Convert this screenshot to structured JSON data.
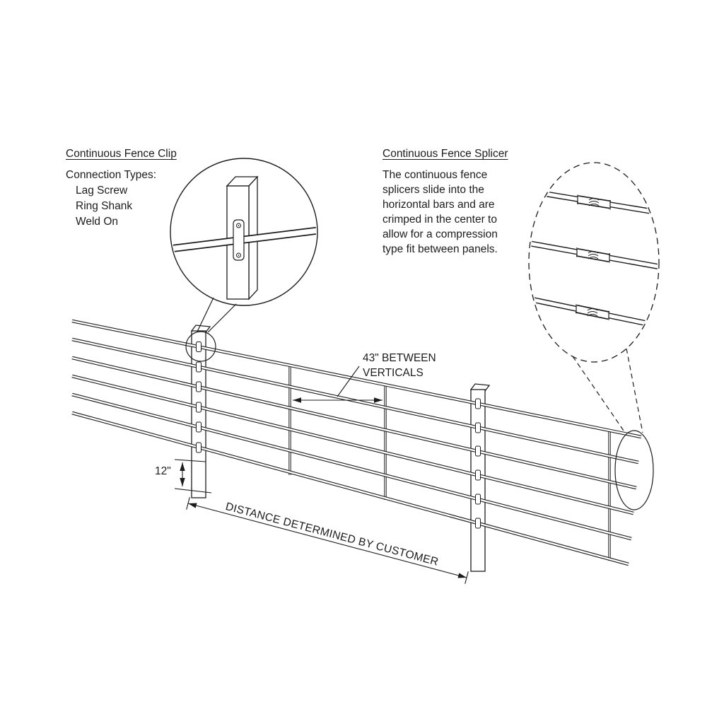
{
  "clip_callout": {
    "title": "Continuous Fence Clip",
    "lines": [
      "Connection Types:",
      "Lag Screw",
      "Ring Shank",
      "Weld On"
    ]
  },
  "splicer_callout": {
    "title": "Continuous Fence Splicer",
    "description_lines": [
      "The continuous fence",
      "splicers slide into the",
      "horizontal bars and are",
      "crimped in the center to",
      "allow for a compression",
      "type fit between panels."
    ]
  },
  "dimensions": {
    "verticals_spacing_line1": "43\" BETWEEN",
    "verticals_spacing_line2": "VERTICALS",
    "bottom_clearance": "12\"",
    "panel_distance": "DISTANCE DETERMINED BY CUSTOMER"
  },
  "diagram": {
    "ink_color": "#1c1c1c",
    "background_color": "#ffffff",
    "horizontal_bar_count": 6,
    "post_count": 2
  }
}
